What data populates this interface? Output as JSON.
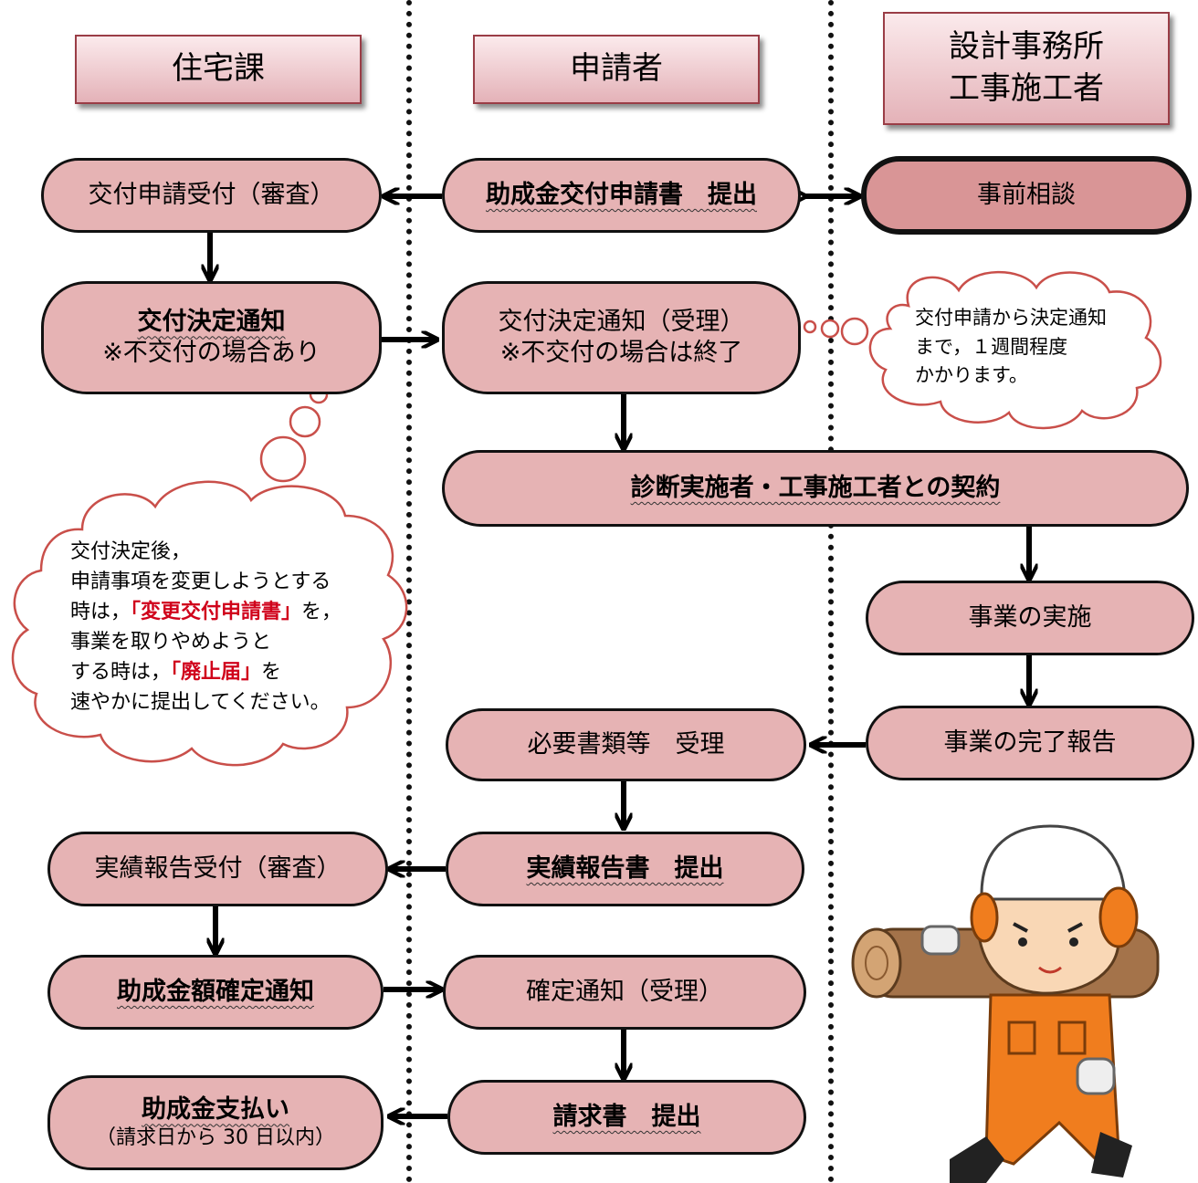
{
  "headers": {
    "housing": "住宅課",
    "applicant": "申請者",
    "designer_line1": "設計事務所",
    "designer_line2": "工事施工者"
  },
  "nodes": {
    "grant_app_receipt": "交付申請受付（審査）",
    "grant_app_submit": "助成金交付申請書　提出",
    "prior_consult": "事前相談",
    "grant_decision": "交付決定通知",
    "grant_decision_note": "※不交付の場合あり",
    "decision_receipt": "交付決定通知（受理）",
    "decision_receipt_note": "※不交付の場合は終了",
    "contract": "診断実施者・工事施工者との契約",
    "project_execution": "事業の実施",
    "completion_report": "事業の完了報告",
    "docs_receipt": "必要書類等　受理",
    "results_report_receipt": "実績報告受付（審査）",
    "results_report_submit": "実績報告書　提出",
    "amount_decision": "助成金額確定通知",
    "amount_receipt": "確定通知（受理）",
    "payment": "助成金支払い",
    "payment_note": "（請求日から 30 日以内）",
    "invoice_submit": "請求書　提出"
  },
  "notes": {
    "duration": {
      "line1": "交付申請から決定通知",
      "line2": "まで，１週間程度",
      "line3": "かかります。"
    },
    "changes": {
      "line1": "交付決定後，",
      "line2": "申請事項を変更しようとする",
      "line3_pre": "時は，",
      "line3_em": "「変更交付申請書」",
      "line3_post": "を，",
      "line4": "事業を取りやめようと",
      "line5_pre": "する時は，",
      "line5_em": "「廃止届」",
      "line5_post": "を",
      "line6": "速やかに提出してください。"
    }
  },
  "colors": {
    "node_fill": "#e6b3b4",
    "node_dark_fill": "#d99596",
    "cloud_stroke": "#c94f4a",
    "emphasis_red": "#d0021b"
  }
}
